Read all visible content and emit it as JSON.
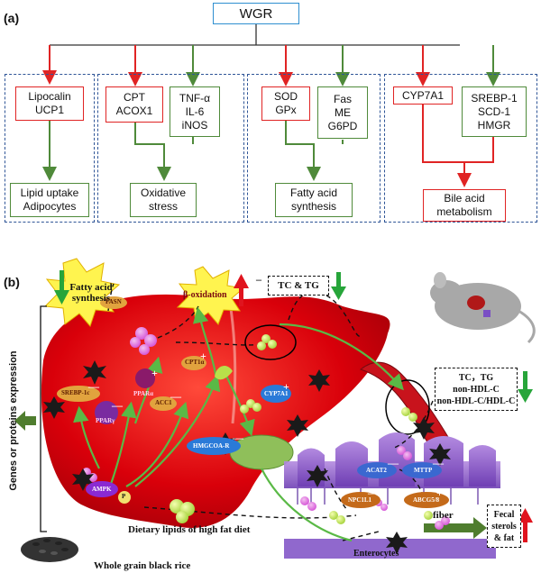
{
  "panel_a": {
    "label": "(a)",
    "root": "WGR",
    "groups": [
      {
        "red": [
          "Lipocalin",
          "UCP1"
        ],
        "outcome": [
          "Lipid uptake",
          "Adipocytes"
        ]
      },
      {
        "red": [
          "CPT",
          "ACOX1"
        ],
        "green": [
          "TNF-α",
          "IL-6",
          "iNOS"
        ],
        "outcome": [
          "Oxidative",
          "stress"
        ]
      },
      {
        "red": [
          "SOD",
          "GPx"
        ],
        "green": [
          "Fas",
          "ME",
          "G6PD"
        ],
        "outcome": [
          "Fatty acid",
          "synthesis"
        ]
      },
      {
        "red": [
          "CYP7A1"
        ],
        "green": [
          "SREBP-1",
          "SCD-1",
          "HMGR"
        ],
        "outcome": [
          "Bile acid",
          "metabolism"
        ]
      }
    ]
  },
  "panel_b": {
    "label": "(b)",
    "side_label": "Genes or proteins expression",
    "fatty_acid_synthesis": [
      "Fatty acid",
      "synthesis"
    ],
    "beta_oxidation": "β-oxidation",
    "tc_tg_top": "TC & TG",
    "serum_box": [
      "TC，TG",
      "non-HDL-C",
      "non-HDL-C/HDL-C"
    ],
    "fecal_box": [
      "Fecal",
      "sterols",
      "& fat"
    ],
    "fiber": "fiber",
    "dietary": "Dietary lipids of high fat diet",
    "whole_grain": "Whole grain black rice",
    "enterocytes": "Enterocytes",
    "genes": {
      "fasn": "FASN",
      "srebp": "SREBP-1c",
      "ppar_a": "PPARα",
      "ppar_g": "PPARγ",
      "cpt1a": "CPT1α",
      "acc1": "ACC1",
      "cyp7a1": "CYP7A1",
      "hmgcoa": "HMGCOA-R",
      "ampk": "AMPK",
      "p": "P",
      "acat2": "ACAT2",
      "mttp": "MTTP",
      "npc1l1": "NPC1L1",
      "abcg": "ABCG5/8"
    },
    "colors": {
      "liver": "#d9000a",
      "up_arrow": "#e0141e",
      "down_arrow": "#27a53a",
      "villi": "#8a5cc9"
    }
  }
}
